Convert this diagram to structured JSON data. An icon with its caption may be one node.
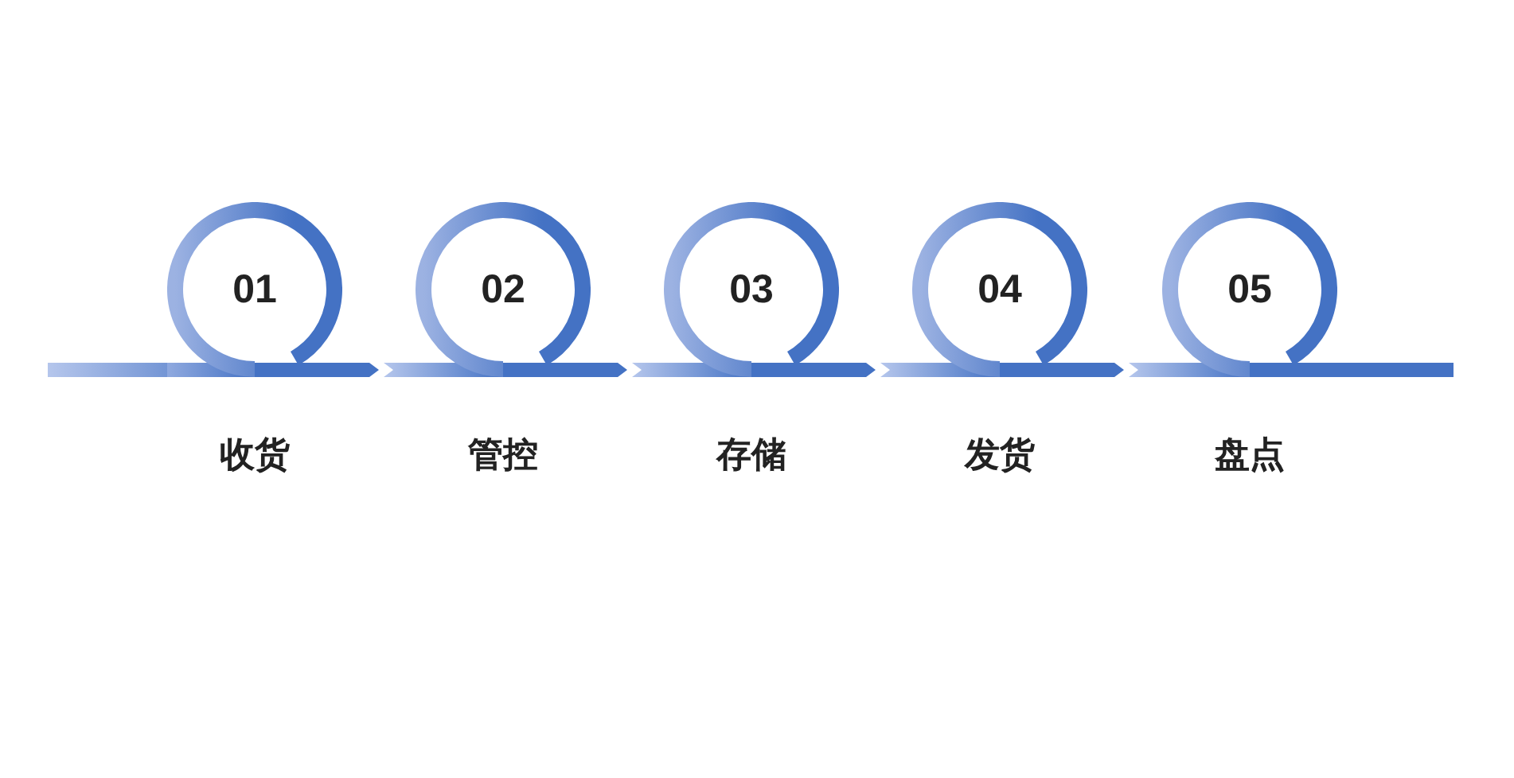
{
  "diagram": {
    "nodes": [
      {
        "text": [
          "01"
        ],
        "beside": [
          "收货"
        ]
      },
      {
        "text": [
          "02"
        ],
        "beside": [
          "管控"
        ]
      },
      {
        "text": [
          "03"
        ],
        "beside": [
          "存储"
        ]
      },
      {
        "text": [
          "04"
        ],
        "beside": [
          "发货"
        ]
      },
      {
        "text": [
          "05"
        ],
        "beside": [
          "盘点"
        ]
      }
    ],
    "edges": [
      {
        "from": null,
        "to": 0,
        "arrow": "none"
      },
      {
        "from": 0,
        "to": 1,
        "arrow": "to"
      },
      {
        "from": 1,
        "to": 2,
        "arrow": "to"
      },
      {
        "from": 2,
        "to": 3,
        "arrow": "to"
      },
      {
        "from": 3,
        "to": 4,
        "arrow": "to"
      },
      {
        "from": 4,
        "to": null,
        "arrow": "none"
      }
    ]
  }
}
